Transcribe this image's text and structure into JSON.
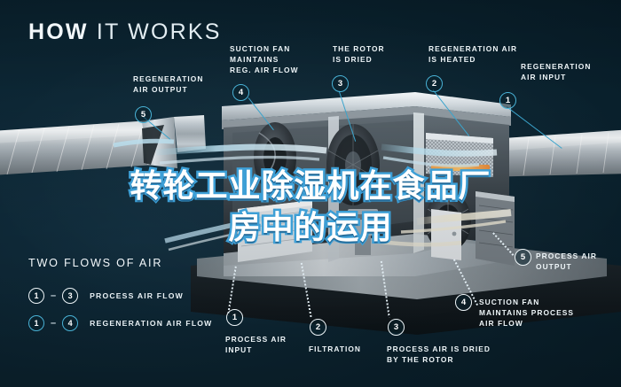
{
  "header": {
    "title_bold": "HOW",
    "title_light": "IT WORKS"
  },
  "overlay_title": {
    "line1": "转轮工业除湿机在食品厂",
    "line2": "房中的运用",
    "full": "转轮工业除湿机在食品厂房中的运用",
    "fill_color": "#ffffff",
    "stroke_color": "#3d9fd6"
  },
  "colors": {
    "background_dark": "#0a222e",
    "background_mid": "#123244",
    "accent_blue": "#49b2d6",
    "leader_blue": "#3ba4cc",
    "text_white": "#eef5f8"
  },
  "callouts": {
    "top": [
      {
        "num": "5",
        "style": "blue",
        "label": "REGENERATION\nAIR OUTPUT"
      },
      {
        "num": "4",
        "style": "blue",
        "label": "SUCTION FAN\nMAINTAINS\nREG. AIR FLOW"
      },
      {
        "num": "3",
        "style": "blue",
        "label": "THE ROTOR\nIS DRIED"
      },
      {
        "num": "2",
        "style": "blue",
        "label": "REGENERATION AIR\nIS HEATED"
      },
      {
        "num": "1",
        "style": "blue",
        "label": "REGENERATION\nAIR INPUT"
      }
    ],
    "bottom": [
      {
        "num": "1",
        "style": "white",
        "label": "PROCESS AIR\nINPUT"
      },
      {
        "num": "2",
        "style": "white",
        "label": "FILTRATION"
      },
      {
        "num": "3",
        "style": "white",
        "label": "PROCESS AIR IS DRIED\nBY THE ROTOR"
      },
      {
        "num": "4",
        "style": "white",
        "label": "SUCTION FAN\nMAINTAINS PROCESS\nAIR FLOW"
      },
      {
        "num": "5",
        "style": "white",
        "label": "PROCESS AIR\nOUTPUT"
      }
    ]
  },
  "legend": {
    "title": "TWO FLOWS OF AIR",
    "rows": [
      {
        "from": "1",
        "dash": "–",
        "to": "3",
        "style": "white",
        "label": "PROCESS AIR FLOW"
      },
      {
        "from": "1",
        "dash": "–",
        "to": "4",
        "style": "blue",
        "label": "REGENERATION AIR FLOW"
      }
    ]
  }
}
